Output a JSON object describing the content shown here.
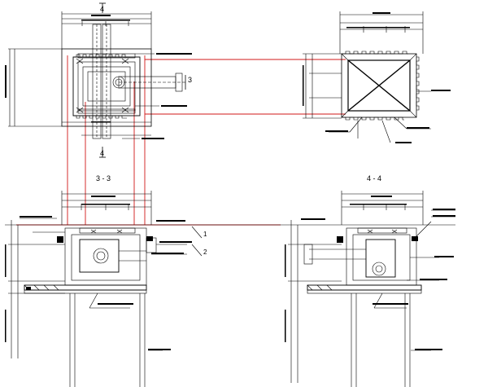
{
  "drawing": {
    "views": {
      "top_left": {
        "section_marks": [
          "4",
          "4"
        ],
        "section_3_mark": "3"
      },
      "bottom_left": {
        "title": "3 - 3",
        "section_marks": [
          "1",
          "2"
        ]
      },
      "bottom_right": {
        "title": "4 - 4"
      }
    }
  },
  "colors": {
    "line": "#000000",
    "link_line": "#d01818",
    "hatch": "#000000"
  }
}
